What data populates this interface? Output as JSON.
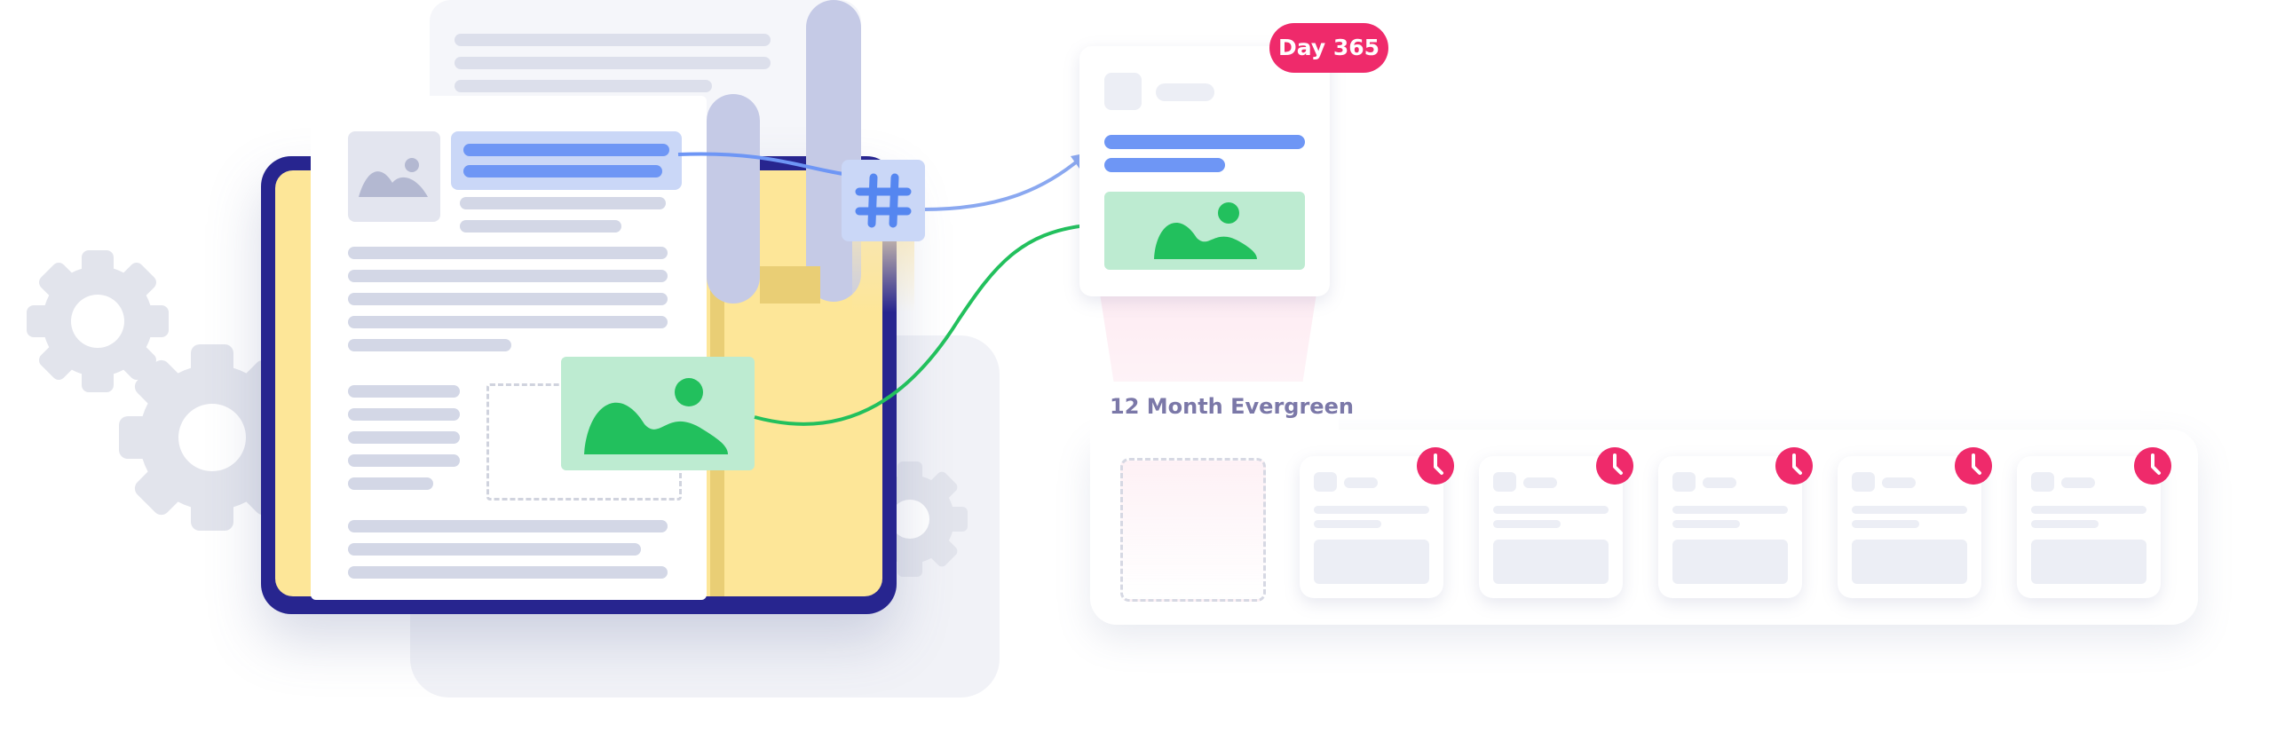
{
  "badge": {
    "label": "Day 365"
  },
  "evergreen": {
    "title": "12 Month Evergreen",
    "card_count": 5
  },
  "icons": [
    "gear-icon",
    "image-icon",
    "hashtag-icon",
    "clock-icon"
  ],
  "colors": {
    "accent_pink": "#ef2a6b",
    "blue": "#6e96f5",
    "green": "#22c05d",
    "yellow": "#fde698",
    "navy": "#27258f"
  }
}
